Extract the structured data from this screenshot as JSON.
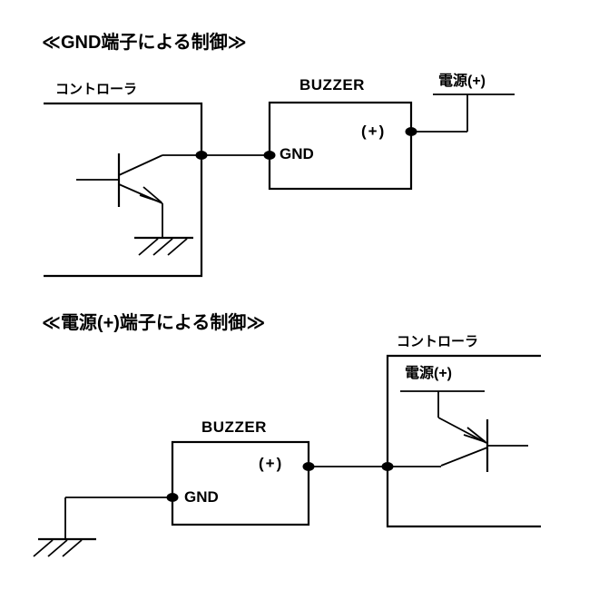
{
  "page": {
    "background_color": "#ffffff",
    "line_color": "#000000",
    "text_color": "#000000"
  },
  "diagram_gnd_control": {
    "title": "≪GND端子による制御≫",
    "controller_label": "コントローラ",
    "buzzer_label": "BUZZER",
    "buzzer_gnd_label": "GND",
    "buzzer_plus_label": "(+)",
    "power_label": "電源(+)",
    "transistor_type": "NPN",
    "description_implicit": "controller transistor switches buzzer GND line to ground; buzzer (+) tied to power(+)"
  },
  "diagram_power_control": {
    "title": "≪電源(+)端子による制御≫",
    "controller_label": "コントローラ",
    "buzzer_label": "BUZZER",
    "buzzer_gnd_label": "GND",
    "buzzer_plus_label": "(+)",
    "power_label": "電源(+)",
    "transistor_type": "PNP",
    "description_implicit": "controller transistor switches power(+) to buzzer (+) terminal; buzzer GND tied to ground"
  }
}
